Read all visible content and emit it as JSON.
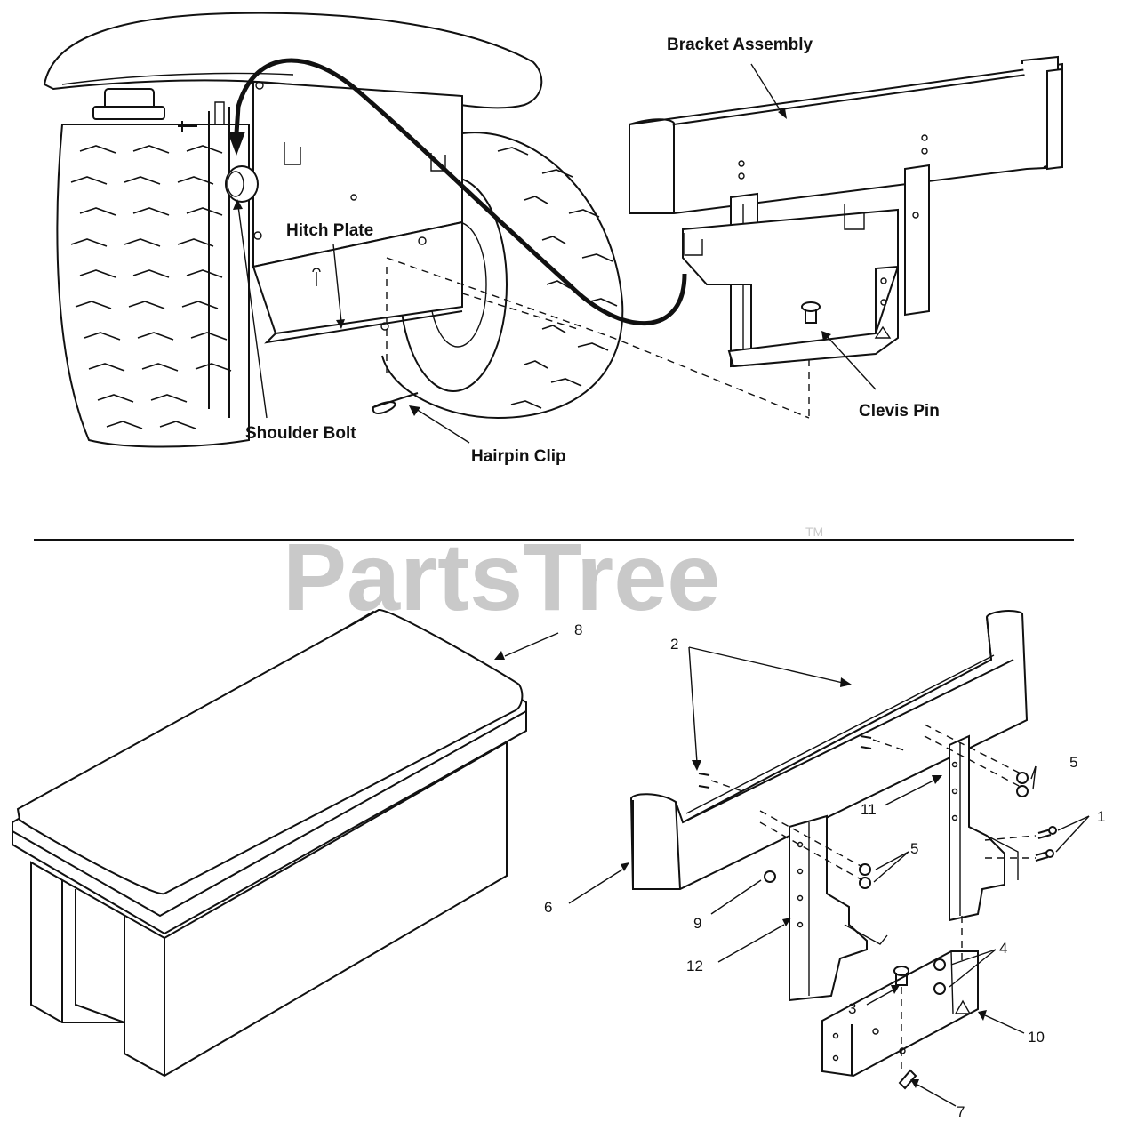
{
  "watermark": {
    "text": "PartsTree",
    "trademark": "TM"
  },
  "top_callouts": {
    "bracket_assembly": "Bracket Assembly",
    "hitch_plate": "Hitch Plate",
    "clevis_pin": "Clevis Pin",
    "shoulder_bolt": "Shoulder Bolt",
    "hairpin_clip": "Hairpin Clip"
  },
  "part_numbers": [
    "1",
    "2",
    "3",
    "4",
    "5",
    "5",
    "6",
    "7",
    "8",
    "9",
    "10",
    "11",
    "12"
  ]
}
